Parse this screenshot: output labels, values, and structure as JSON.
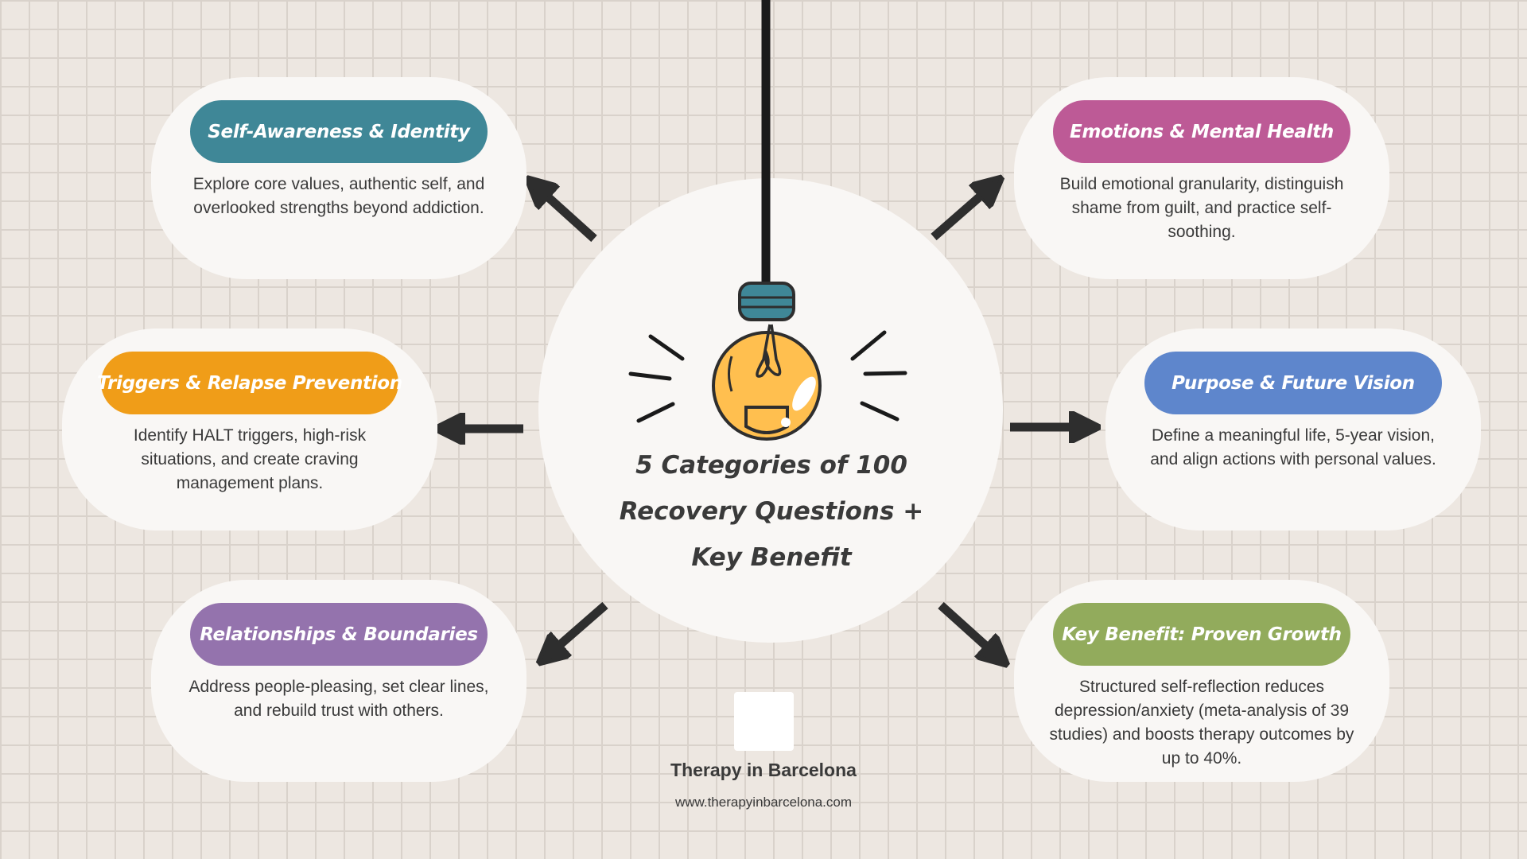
{
  "center": {
    "title": "5 Categories of 100 Recovery Questions + Key Benefit"
  },
  "cards": [
    {
      "title": "Self-Awareness & Identity",
      "description": "Explore core values, authentic self, and overlooked strengths beyond addiction.",
      "color": "#3f8797"
    },
    {
      "title": "Emotions & Mental Health",
      "description": "Build emotional granularity, distinguish shame from guilt, and practice self-soothing.",
      "color": "#bd5a96"
    },
    {
      "title": "Triggers & Relapse Prevention",
      "description": "Identify HALT triggers, high-risk situations, and create craving management plans.",
      "color": "#f09d18"
    },
    {
      "title": "Purpose & Future Vision",
      "description": "Define a meaningful life, 5-year vision, and align actions with personal values.",
      "color": "#5e86cc"
    },
    {
      "title": "Relationships & Boundaries",
      "description": "Address people-pleasing, set clear lines, and rebuild trust with others.",
      "color": "#9473ad"
    },
    {
      "title": "Key Benefit: Proven Growth",
      "description": "Structured self-reflection reduces depression/anxiety (meta-analysis of 39 studies) and boosts therapy outcomes by up to 40%.",
      "color": "#92ab5c"
    }
  ],
  "footer": {
    "brand": "Therapy in Barcelona",
    "url": "www.therapyinbarcelona.com"
  },
  "colors": {
    "background": "#ede7e1",
    "card": "#f9f7f5",
    "text": "#3a3a3a",
    "arrow": "#2e2e2e",
    "bulb": "#ffbf4f",
    "bulb_cap": "#3f8797"
  },
  "icons": [
    "lightbulb-icon",
    "arrow-icon"
  ]
}
